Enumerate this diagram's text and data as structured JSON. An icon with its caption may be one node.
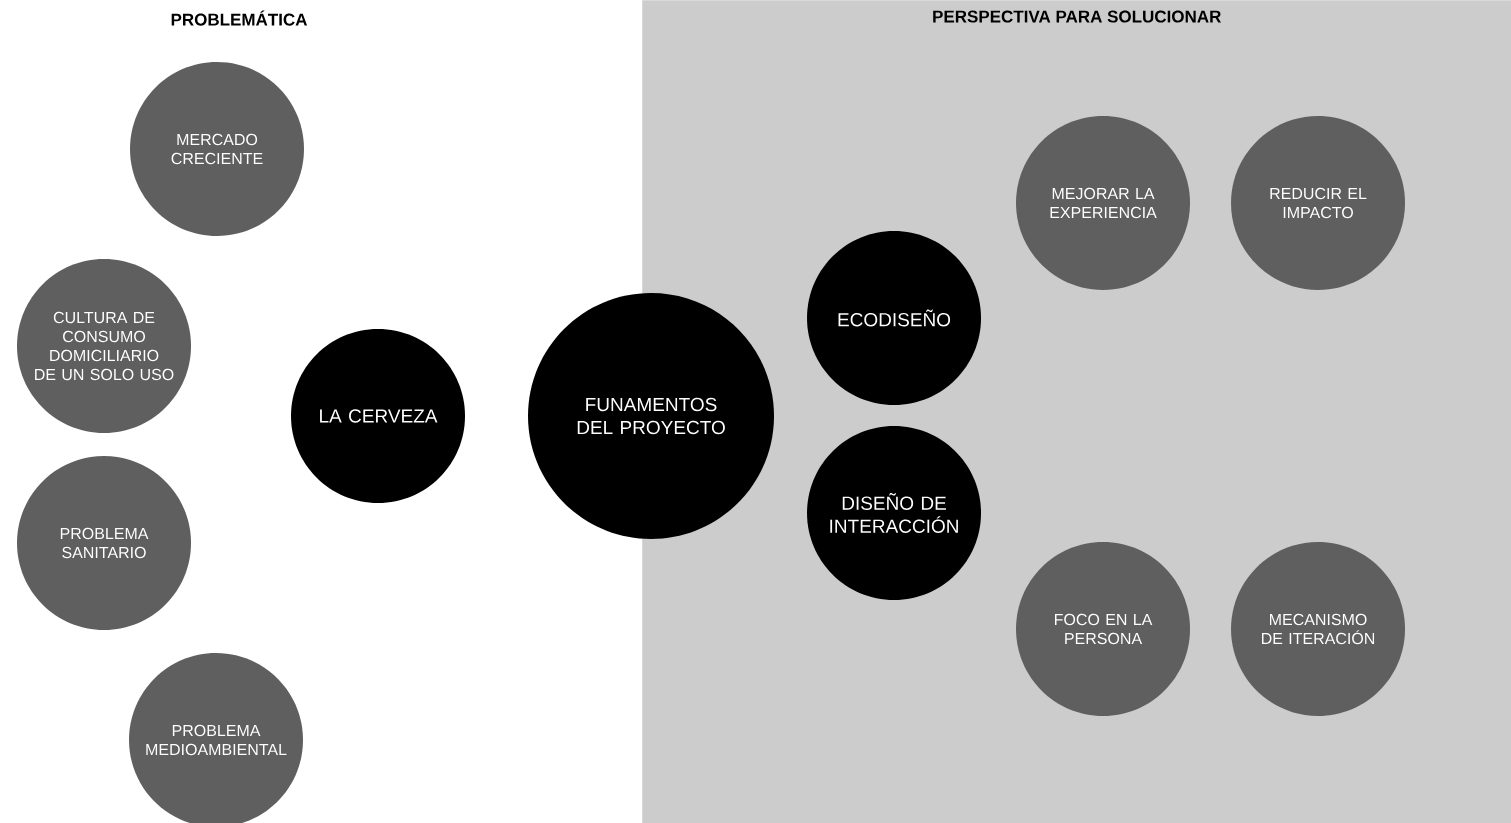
{
  "diagram": {
    "nodes": [
      {
        "text": [
          "PERSPECTIVA PARA SOLUCIONAR"
        ]
      },
      {
        "text": [
          "MERCADO CRECIENTE"
        ]
      },
      {
        "text": [
          "CULTURA DE CONSUMO DOMICILIARIO DE UN SOLO USO"
        ]
      },
      {
        "text": [
          "PROBLEMA SANITARIO"
        ]
      },
      {
        "text": [
          "PROBLEMA MEDIOAMBIENTAL"
        ]
      },
      {
        "text": [
          "LA CERVEZA"
        ]
      },
      {
        "text": [
          "FUNAMENTOS DEL PROYECTO"
        ]
      },
      {
        "text": [
          "ECODISEÑO"
        ],
        "in": 0
      },
      {
        "text": [
          "DISEÑO DE INTERACCIÓN"
        ],
        "in": 0
      },
      {
        "text": [
          "MEJORAR LA EXPERIENCIA"
        ],
        "in": 0
      },
      {
        "text": [
          "REDUCIR EL IMPACTO"
        ],
        "in": 0
      },
      {
        "text": [
          "FOCO EN LA PERSONA"
        ],
        "in": 0
      },
      {
        "text": [
          "MECANISMO DE ITERACIÓN"
        ],
        "in": 0
      }
    ],
    "labels": [
      "PROBLEMÁTICA"
    ]
  }
}
